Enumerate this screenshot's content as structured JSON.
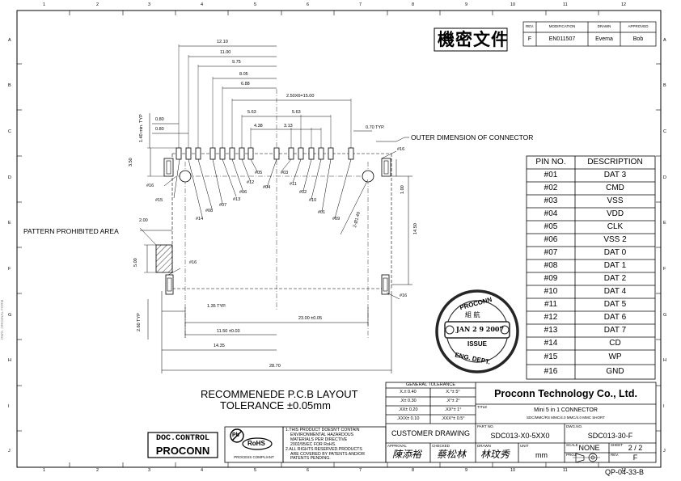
{
  "grid": {
    "columns": [
      "1",
      "2",
      "3",
      "4",
      "5",
      "6",
      "7",
      "8",
      "9",
      "10",
      "11",
      "12"
    ],
    "rows": [
      "A",
      "B",
      "C",
      "D",
      "E",
      "F",
      "G",
      "H",
      "I",
      "J"
    ]
  },
  "confidential_stamp": "機密文件",
  "revision_block": {
    "headers": {
      "rev": "REV.",
      "modification": "MODIFICATION",
      "drawn": "DRAWN",
      "approved": "APPROVED"
    },
    "rev": "F",
    "modification": "EN011507",
    "drawn": "Evema",
    "approved": "Bob"
  },
  "dimensions": {
    "d1210": "12.10",
    "d1100": "11.00",
    "d975": "9.75",
    "d805": "8.05",
    "d688": "6.88",
    "d250x6": "2.50X6=15.00",
    "d563a": "5.63",
    "d563b": "5.63",
    "d438": "4.38",
    "d313": "3.13",
    "d080a": "0.80",
    "d080b": "0.80",
    "d140typ": "1.40 min. TYP",
    "d070typ": "0.70 TYP.",
    "d350": "3.50",
    "d100": "1.00",
    "d1450": "14.50",
    "d200": "2.00",
    "d500": "5.00",
    "d135typ": "1.35 TYP.",
    "d1150": "11.50 ±0.03",
    "d2300": "23.00 ±0.05",
    "d1435": "14.35",
    "d2870": "28.70",
    "d260typ": "2.60 TYP",
    "dhole": "2-Ø1.40"
  },
  "callouts": {
    "outer_dim": "OUTER DIMENSION OF CONNECTOR",
    "pattern_prohibited": "PATTERN PROHIBITED AREA",
    "p16a": "#16",
    "p16b": "#16",
    "p16c": "#16",
    "p16d": "#16",
    "p15": "#15",
    "p14": "#14",
    "p08": "#08",
    "p07": "#07",
    "p06": "#06",
    "p13": "#13",
    "p12": "#12",
    "p05": "#05",
    "p04": "#04",
    "p03": "#03",
    "p11": "#11",
    "p02": "#02",
    "p10": "#10",
    "p01": "#01",
    "p09": "#09"
  },
  "pin_table": {
    "headers": [
      "PIN NO.",
      "DESCRIPTION"
    ],
    "rows": [
      [
        "#01",
        "DAT 3"
      ],
      [
        "#02",
        "CMD"
      ],
      [
        "#03",
        "VSS"
      ],
      [
        "#04",
        "VDD"
      ],
      [
        "#05",
        "CLK"
      ],
      [
        "#06",
        "VSS 2"
      ],
      [
        "#07",
        "DAT 0"
      ],
      [
        "#08",
        "DAT 1"
      ],
      [
        "#09",
        "DAT 2"
      ],
      [
        "#10",
        "DAT 4"
      ],
      [
        "#11",
        "DAT 5"
      ],
      [
        "#12",
        "DAT 6"
      ],
      [
        "#13",
        "DAT 7"
      ],
      [
        "#14",
        "CD"
      ],
      [
        "#15",
        "WP"
      ],
      [
        "#16",
        "GND"
      ]
    ]
  },
  "issue_stamp": {
    "top": "PROCONN",
    "middle_cn": "組 航",
    "date": "JAN 2 9 2007",
    "issue": "ISSUE",
    "bottom": "ENG. DEPT."
  },
  "layout_title": {
    "line1": "RECOMMENEDE P.C.B LAYOUT",
    "line2": "TOLERANCE ±0.05mm"
  },
  "tolerance_table": {
    "title": "GENERAL TOLERANCE",
    "rows": [
      [
        "X.± 0.40",
        "X.°± 5°"
      ],
      [
        ".X± 0.30",
        ".X°± 2°"
      ],
      [
        ".XX± 0.20",
        ".XX°± 1°"
      ],
      [
        ".XXX± 0.10",
        ".XXX°± 0.5°"
      ]
    ]
  },
  "title_block": {
    "company": "Proconn Technology Co., Ltd.",
    "title_label": "TITLE",
    "title": "Mini 5 in 1 CONNECTOR",
    "subtitle": "SDC/MMC/RS MMC/4.0 MMC/4.0 MMC SHORT",
    "customer": "CUSTOMER DRAWING",
    "part_label": "PART NO.",
    "part_no": "SDC013-X0-5XX0",
    "dwg_label": "DWG.NO.",
    "dwg_no": "SDC013-30-F",
    "approval_label": "APPROVAL",
    "checked_label": "CHECKED",
    "drawn_label": "DRAWN",
    "unit_label": "UNIT",
    "unit": "mm",
    "scale_label": "SCALE",
    "scale": "NONE",
    "sheet_label": "SHEET",
    "sheet": "2 / 2",
    "proj_label": "PROJ.",
    "rev_label": "REV.",
    "rev": "F",
    "sig_approval": "陳添裕",
    "sig_checked": "蔡松林",
    "sig_drawn": "林玟秀"
  },
  "doc_control": {
    "line1": "DOC.CONTROL",
    "line2": "PROCONN"
  },
  "rohs": {
    "pb": "Pb",
    "label": "RoHS",
    "caption": "PROCESS COMPLIANT"
  },
  "notes": [
    "1.THIS PRODUCT DOESN'T CONTAIN",
    "ENVIRONMENTAL HAZARDOUS",
    "MATERIALS PER DIRECTIVE",
    "2002/95/EC FOR RoHS.",
    "2.ALL RIGHTS RESERVED.PRODUCTS",
    "ARE COVERED BY PATENTS AND/OR",
    "PATENTS PENDING."
  ],
  "form_no": "QP-04-33-B",
  "side_strip": "DWG. ORIGINAL FORM"
}
